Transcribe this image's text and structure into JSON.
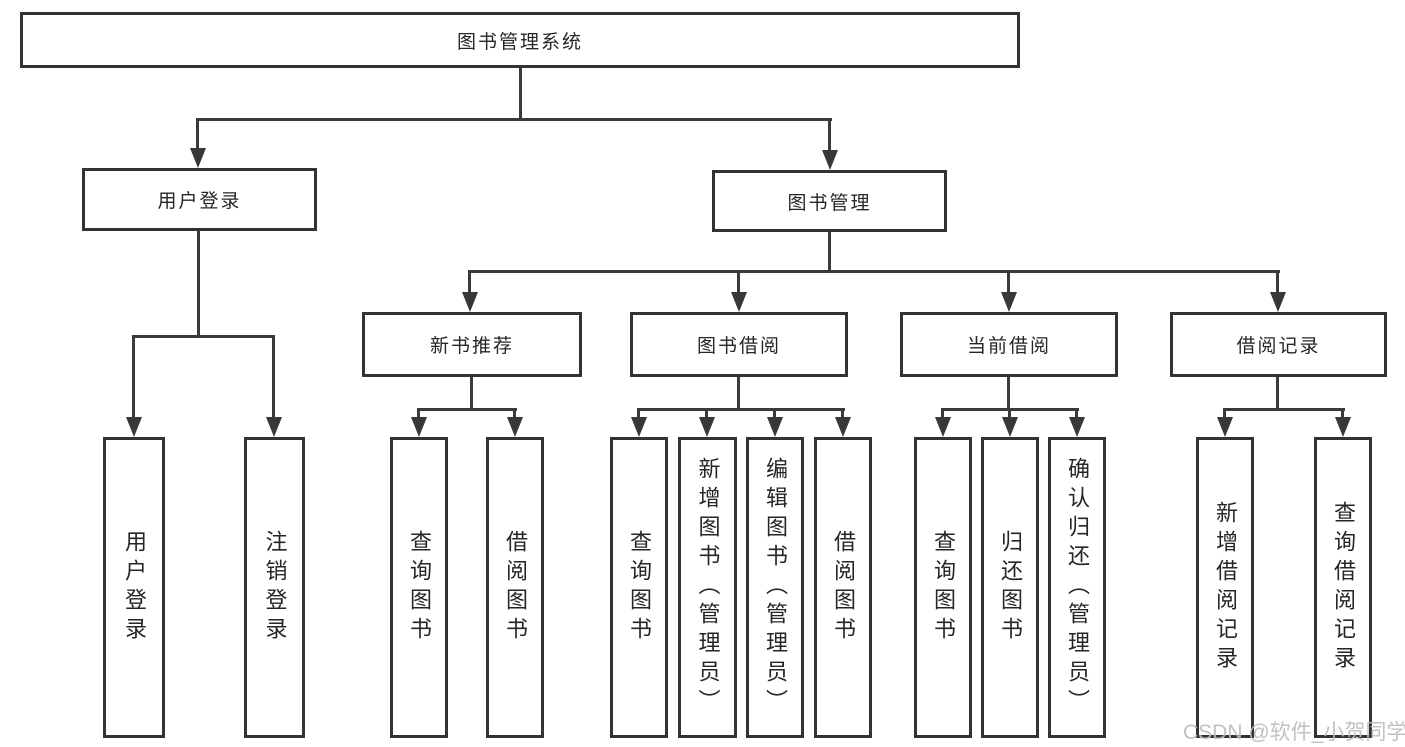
{
  "diagram": {
    "root": {
      "label": "图书管理系统"
    },
    "level2": [
      {
        "label": "用户登录"
      },
      {
        "label": "图书管理"
      }
    ],
    "level3": [
      {
        "label": "新书推荐"
      },
      {
        "label": "图书借阅"
      },
      {
        "label": "当前借阅"
      },
      {
        "label": "借阅记录"
      }
    ],
    "leaves": [
      {
        "label": "用户登录"
      },
      {
        "label": "注销登录"
      },
      {
        "label": "查询图书"
      },
      {
        "label": "借阅图书"
      },
      {
        "label": "查询图书"
      },
      {
        "label": "新增图书（管理员）"
      },
      {
        "label": "编辑图书（管理员）"
      },
      {
        "label": "借阅图书"
      },
      {
        "label": "查询图书"
      },
      {
        "label": "归还图书"
      },
      {
        "label": "确认归还（管理员）"
      },
      {
        "label": "新增借阅记录"
      },
      {
        "label": "查询借阅记录"
      }
    ],
    "watermark": "CSDN @软件_小贺同学"
  },
  "colors": {
    "line": "#3a3a3a",
    "box_border": "#333333",
    "background": "#ffffff",
    "watermark_text": "#bebebe"
  }
}
